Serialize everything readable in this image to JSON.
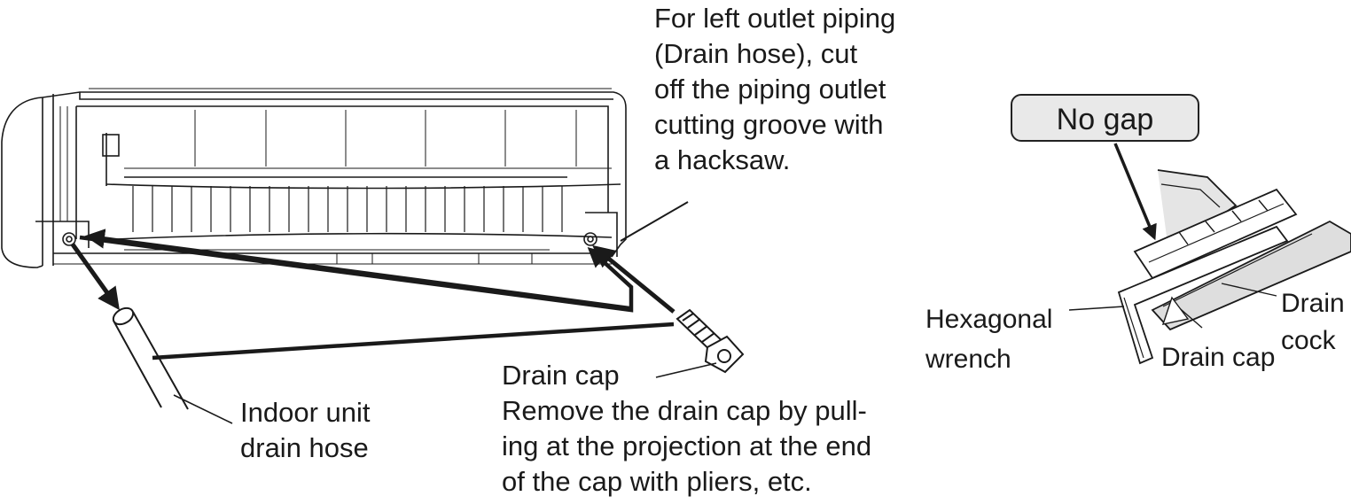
{
  "left_outlet_note": [
    "For left outlet piping",
    "(Drain hose), cut",
    "off the piping outlet",
    "cutting groove with",
    "a hacksaw."
  ],
  "indoor_hose_label": [
    "Indoor unit",
    "drain hose"
  ],
  "drain_cap_label": "Drain cap",
  "remove_note": [
    "Remove the drain cap by pull-",
    "ing at the projection at the end",
    "of the cap with pliers, etc."
  ],
  "no_gap": "No gap",
  "hex_wrench_label": [
    "Hexagonal",
    "wrench"
  ],
  "drain_cap_label_right": "Drain cap",
  "drain_cock_label": [
    "Drain",
    "cock"
  ]
}
